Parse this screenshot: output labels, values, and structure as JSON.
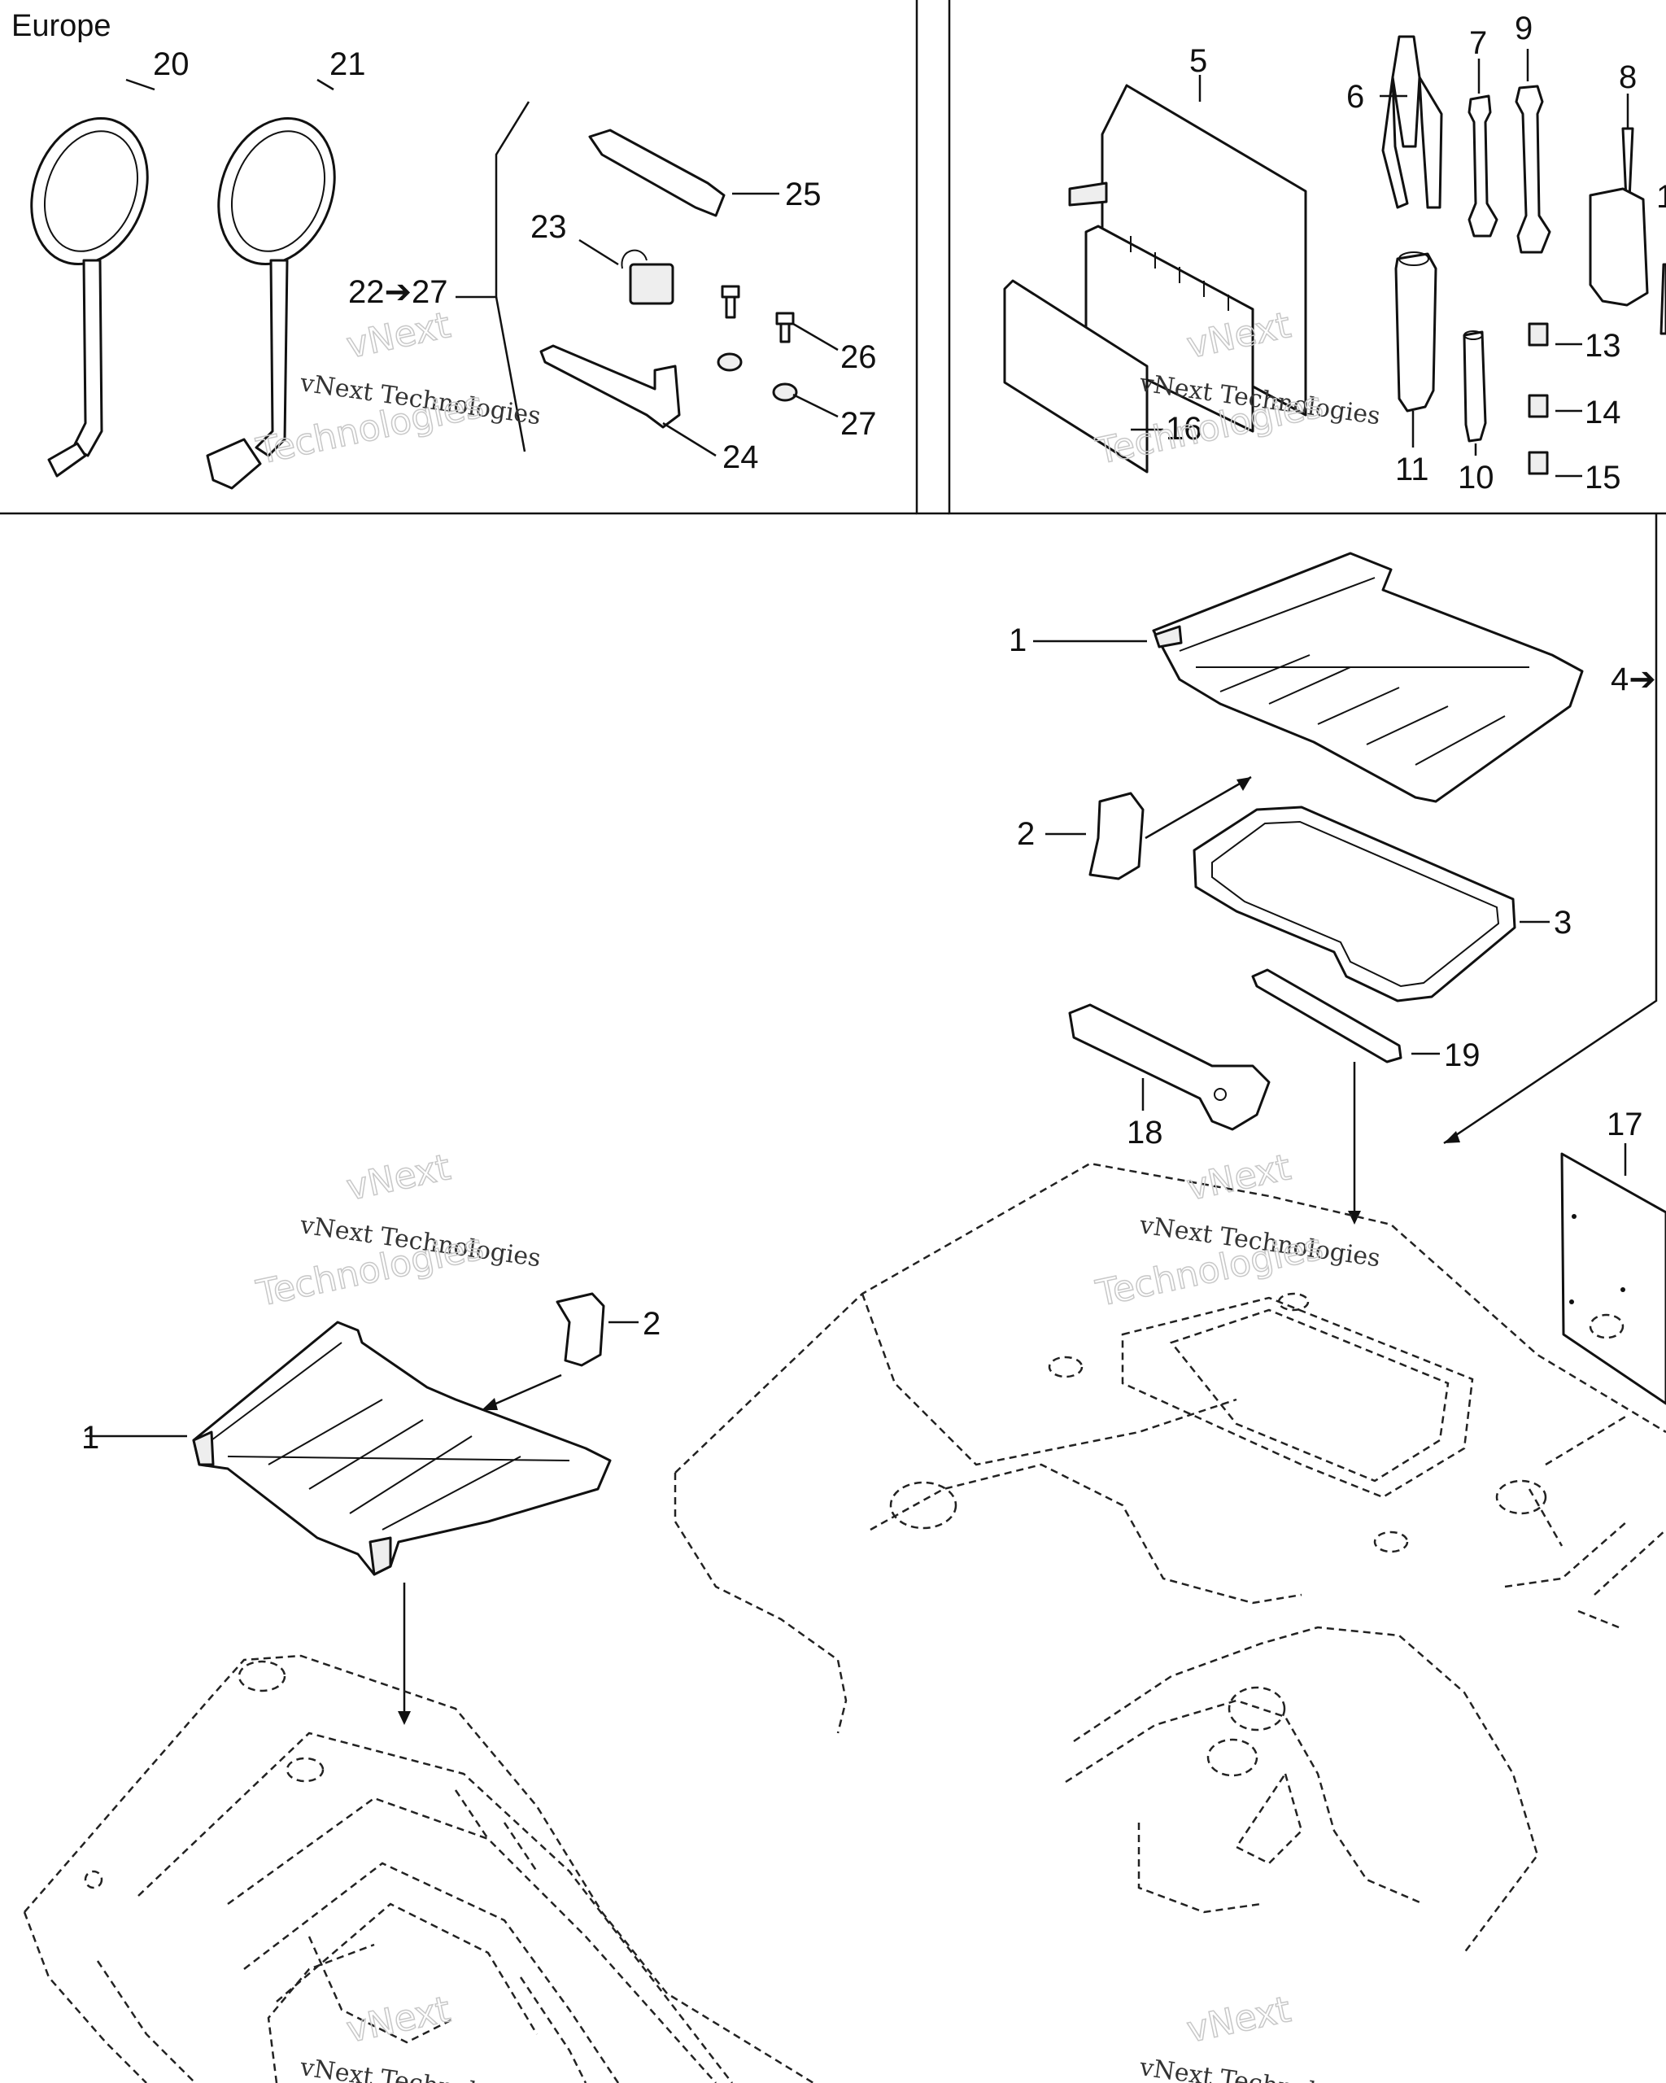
{
  "region_label": "Europe",
  "callouts": {
    "c1_top": "1",
    "c1_bottom": "1",
    "c2_top": "2",
    "c2_bottom": "2",
    "c3": "3",
    "c4": "4➔",
    "c5": "5",
    "c6": "6",
    "c7": "7",
    "c8": "8",
    "c9": "9",
    "c10": "10",
    "c11": "11",
    "c12": "1",
    "c13": "13",
    "c14": "14",
    "c15": "15",
    "c16": "16",
    "c17": "17",
    "c18": "18",
    "c19": "19",
    "c20": "20",
    "c21": "21",
    "c22_27": "22➔27",
    "c23": "23",
    "c24": "24",
    "c25": "25",
    "c26": "26",
    "c27": "27"
  },
  "watermark": {
    "line1": "vNext",
    "line2": "vNext Technologies",
    "line3": "Technologies"
  },
  "colors": {
    "ink": "#111111",
    "paper": "#ffffff",
    "watermark": "#c8c8c8"
  }
}
